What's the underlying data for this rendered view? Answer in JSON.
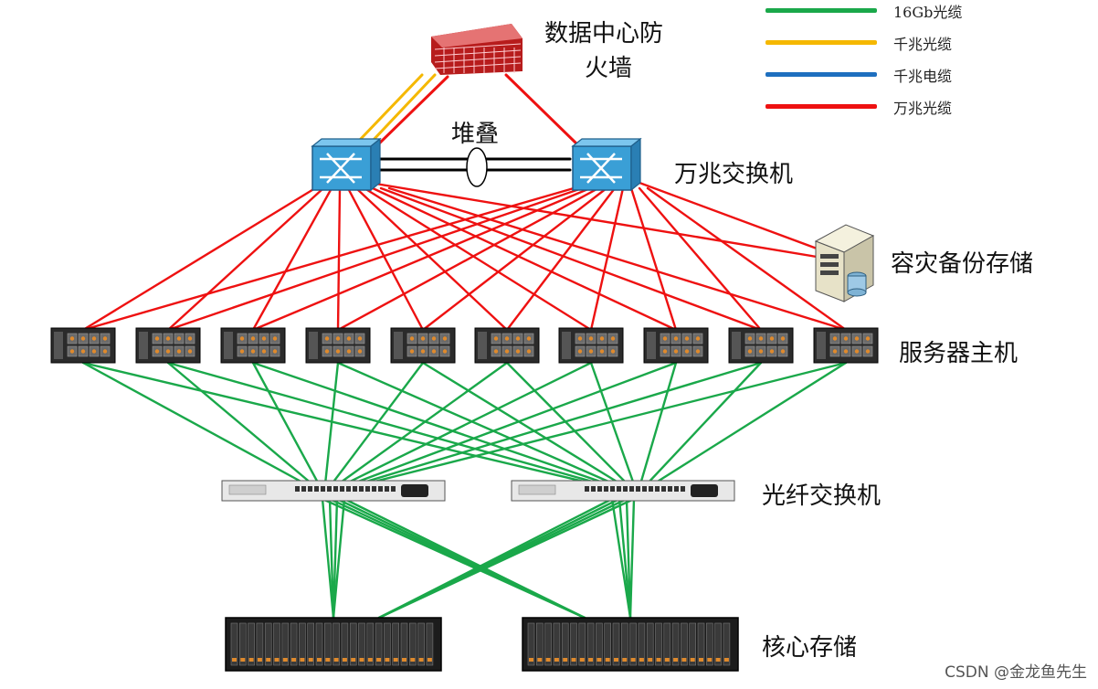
{
  "colors": {
    "fiber16g": "#1aa84a",
    "gigabit_fiber": "#f5b800",
    "gigabit_cable": "#1e6fbf",
    "tengig_fiber": "#ee1111"
  },
  "legend": [
    {
      "text": "16Gb光缆",
      "color_key": "fiber16g"
    },
    {
      "text": "千兆光缆",
      "color_key": "gigabit_fiber"
    },
    {
      "text": "千兆电缆",
      "color_key": "gigabit_cable"
    },
    {
      "text": "万兆光缆",
      "color_key": "tengig_fiber"
    }
  ],
  "labels": {
    "firewall": "数据中心防火墙",
    "firewall_line1": "数据中心防",
    "firewall_line2": "火墙",
    "stack": "堆叠",
    "tengig_switch": "万兆交换机",
    "backup_storage": "容灾备份存储",
    "servers": "服务器主机",
    "fc_switch": "光纤交换机",
    "core_storage": "核心存储"
  },
  "watermark": "CSDN @金龙鱼先生",
  "icons": {
    "firewall": "firewall-icon",
    "switch": "network-switch-icon",
    "backup": "server-tower-icon",
    "server": "rack-server-icon",
    "fc_switch": "fibre-channel-switch-icon",
    "storage": "storage-array-icon"
  },
  "counts": {
    "servers": 10,
    "tengig_switches": 2,
    "fc_switches": 2,
    "core_storage": 2
  }
}
